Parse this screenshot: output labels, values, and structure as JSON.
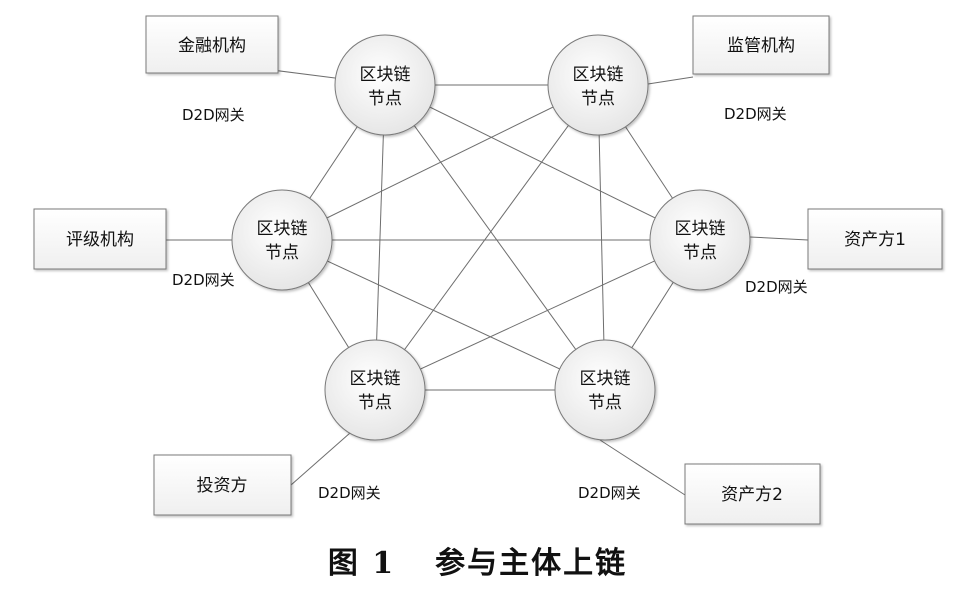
{
  "boxes": {
    "finance": "金融机构",
    "regulator": "监管机构",
    "rating": "评级机构",
    "asset1": "资产方1",
    "investor": "投资方",
    "asset2": "资产方2"
  },
  "node": {
    "line1": "区块链",
    "line2": "节点"
  },
  "gateway_label": "D2D网关",
  "caption": {
    "figure": "图 1",
    "title": "参与主体上链"
  }
}
